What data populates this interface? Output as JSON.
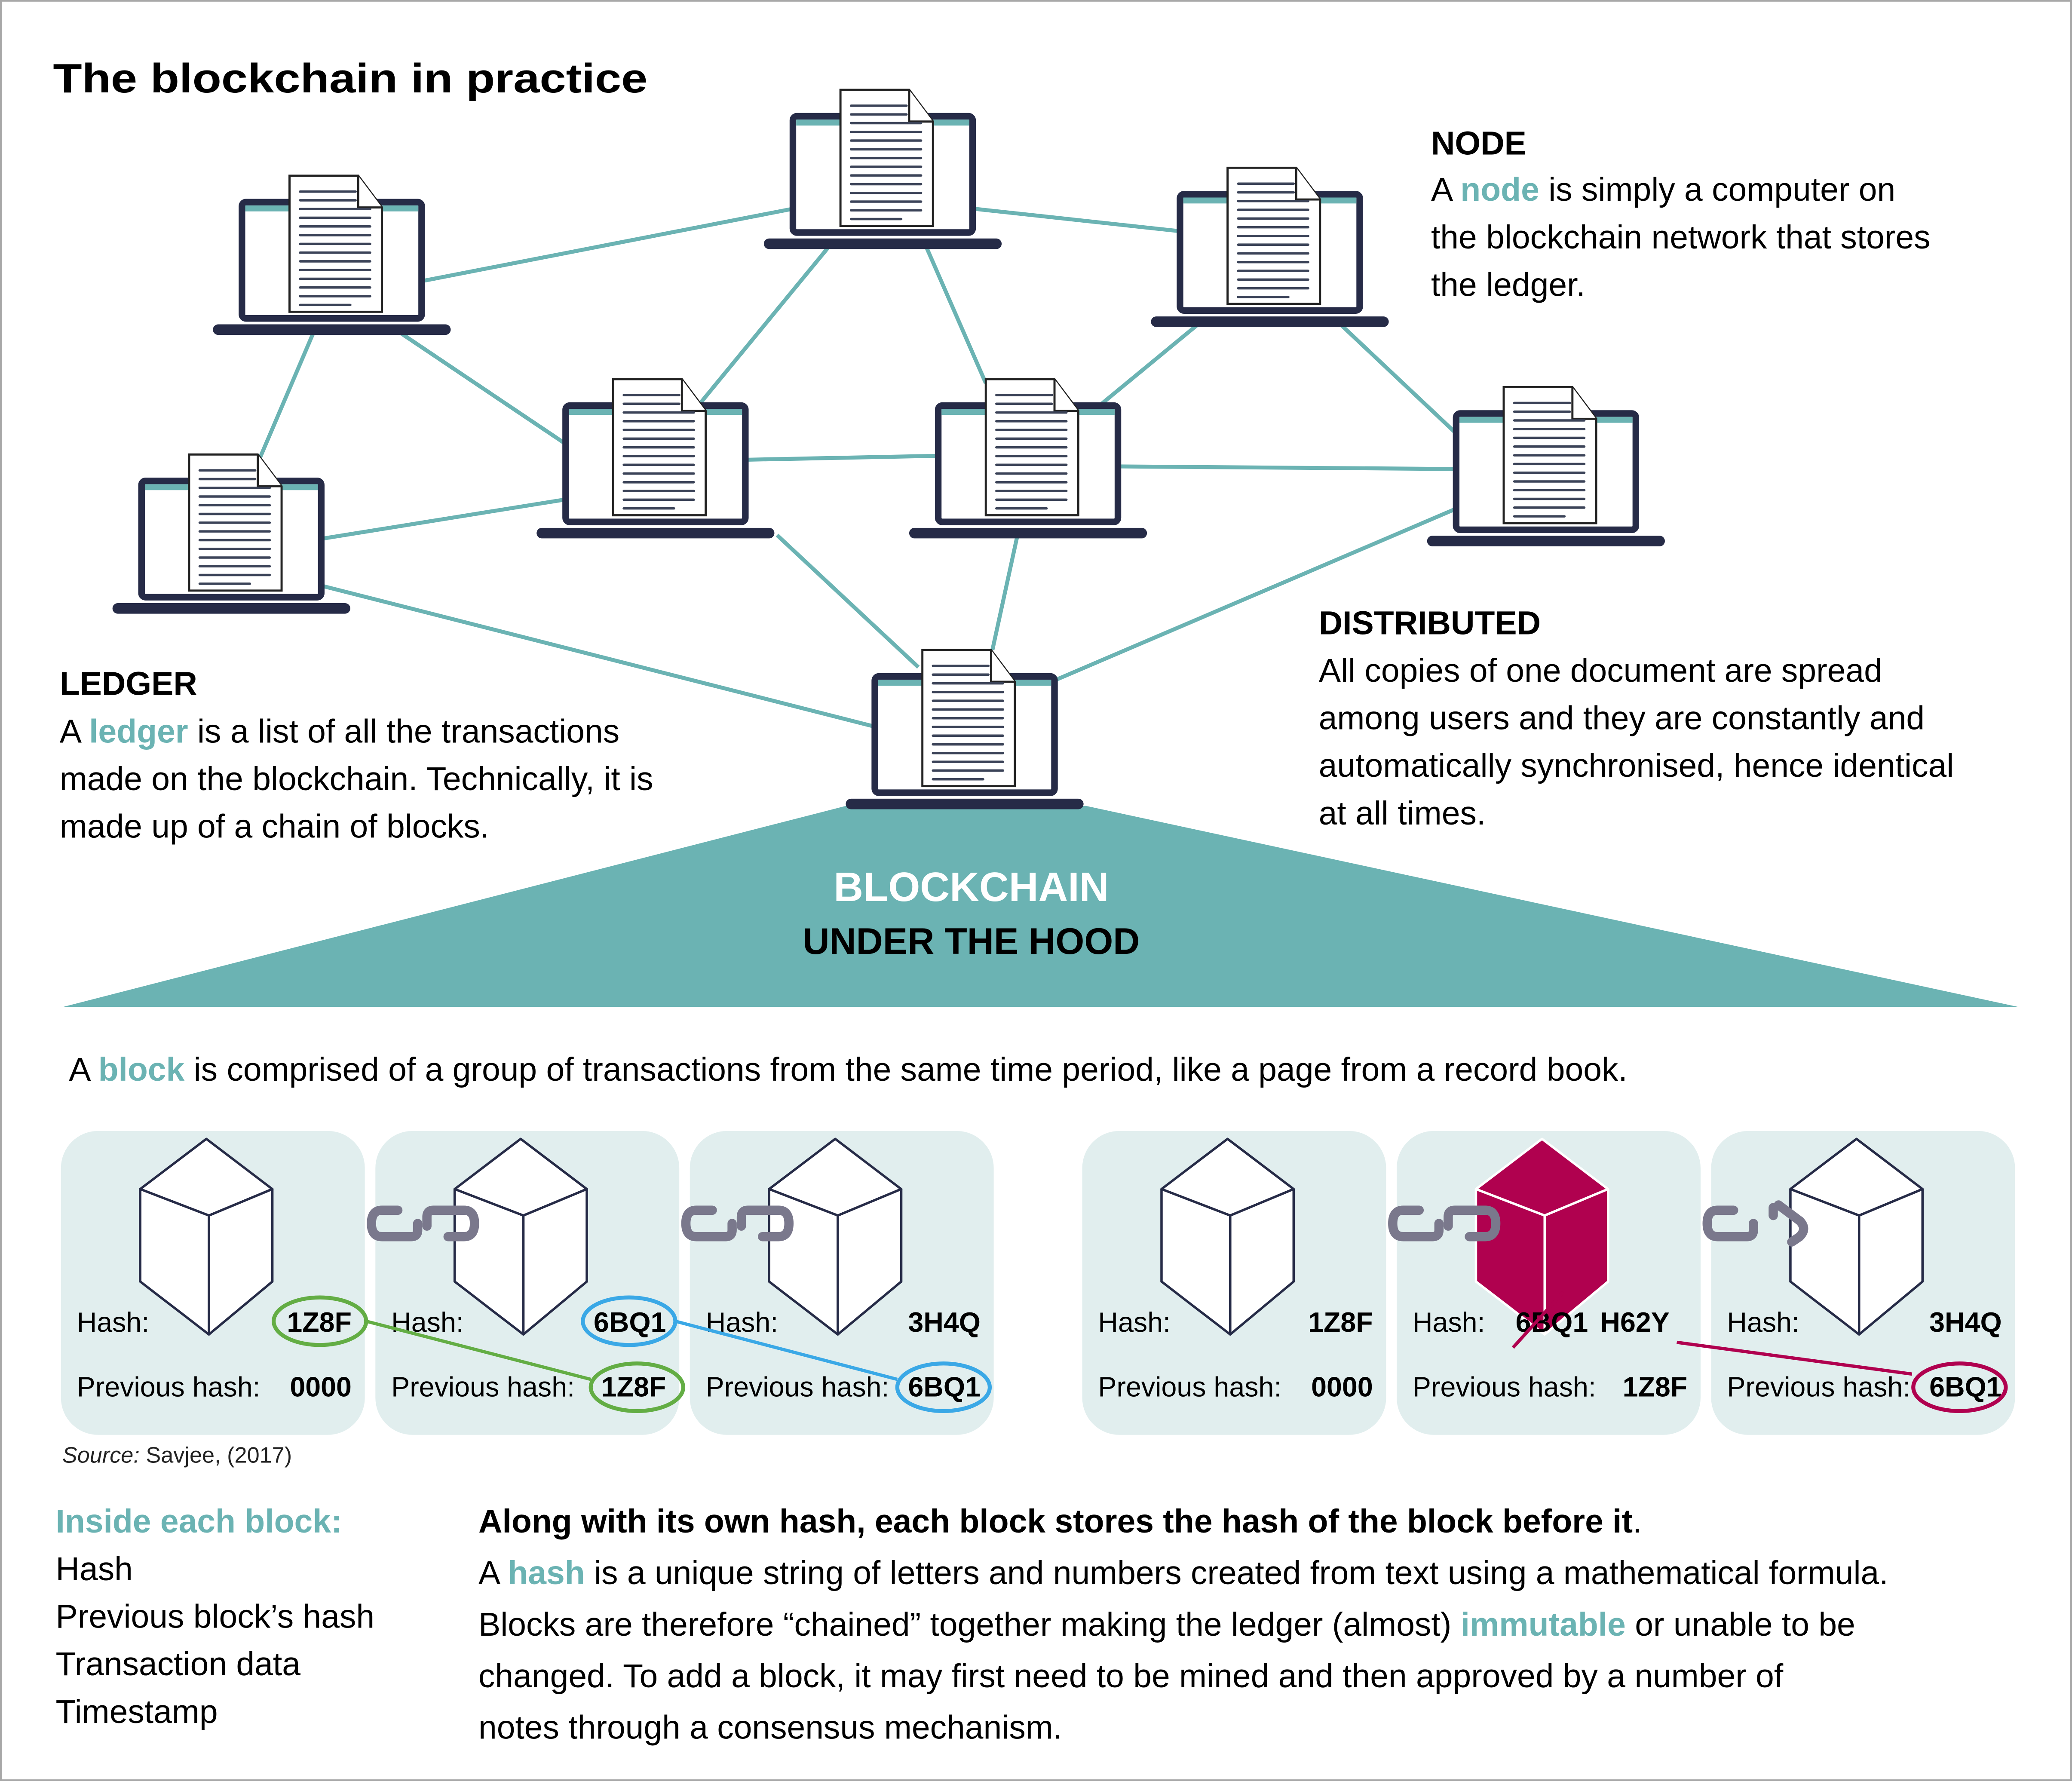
{
  "title": "The blockchain in practice",
  "node_section": {
    "heading": "NODE",
    "lines": [
      {
        "pre": "A ",
        "accent": "node",
        "post": " is simply a computer on"
      },
      {
        "pre": "the blockchain network that stores",
        "accent": "",
        "post": ""
      },
      {
        "pre": "the ledger.",
        "accent": "",
        "post": ""
      }
    ]
  },
  "ledger_section": {
    "heading": "LEDGER",
    "lines": [
      {
        "pre": "A ",
        "accent": "ledger",
        "post": " is a list of all the transactions"
      },
      {
        "pre": "made on the blockchain. Technically, it is",
        "accent": "",
        "post": ""
      },
      {
        "pre": "made up of a chain of blocks.",
        "accent": "",
        "post": ""
      }
    ]
  },
  "distributed_section": {
    "heading": "DISTRIBUTED",
    "lines": [
      "All copies of one document are spread",
      "among users and they are constantly and",
      "automatically synchronised, hence identical",
      "at all times."
    ]
  },
  "banner": {
    "line1": "BLOCKCHAIN",
    "line2": "UNDER THE HOOD"
  },
  "block_intro": {
    "pre": "A ",
    "accent": "block",
    "post": " is comprised of a group of transactions from the same time period, like a page from a record book."
  },
  "hash_label": "Hash:",
  "prev_hash_label": "Previous hash:",
  "chain_valid": [
    {
      "hash": "1Z8F",
      "prev": "0000"
    },
    {
      "hash": "6BQ1",
      "prev": "1Z8F"
    },
    {
      "hash": "3H4Q",
      "prev": "6BQ1"
    }
  ],
  "chain_tampered": [
    {
      "hash": "1Z8F",
      "prev": "0000"
    },
    {
      "hash": "6BQ1",
      "new_hash": "H62Y",
      "prev": "1Z8F"
    },
    {
      "hash": "3H4Q",
      "prev": "6BQ1"
    }
  ],
  "source": {
    "label": "Source:",
    "text": " Savjee, (2017)"
  },
  "inside_block": {
    "heading": "Inside each block:",
    "items": [
      "Hash",
      "Previous block’s hash",
      "Transaction data",
      "Timestamp"
    ]
  },
  "explanation": {
    "bold": "Along with its own hash, each block stores the hash of the block before it",
    "bold_end": ".",
    "l1": {
      "pre": "A ",
      "accent": "hash",
      "post": " is a unique string of letters and numbers created from text using a mathematical formula."
    },
    "l2": {
      "pre": "Blocks are therefore “chained” together making the ledger (almost) ",
      "accent": "immutable",
      "post": " or unable to be"
    },
    "l3": "changed. To add a block, it may first need to be mined and then approved by a number of",
    "l4": "notes through a consensus mechanism."
  },
  "colors": {
    "teal": "#6bb3b3",
    "navy": "#262b47",
    "block_bg": "#e1eeee",
    "link_gray": "#7a788c",
    "green": "#63ad44",
    "blue": "#3aa8e6",
    "magenta": "#b0014f"
  }
}
